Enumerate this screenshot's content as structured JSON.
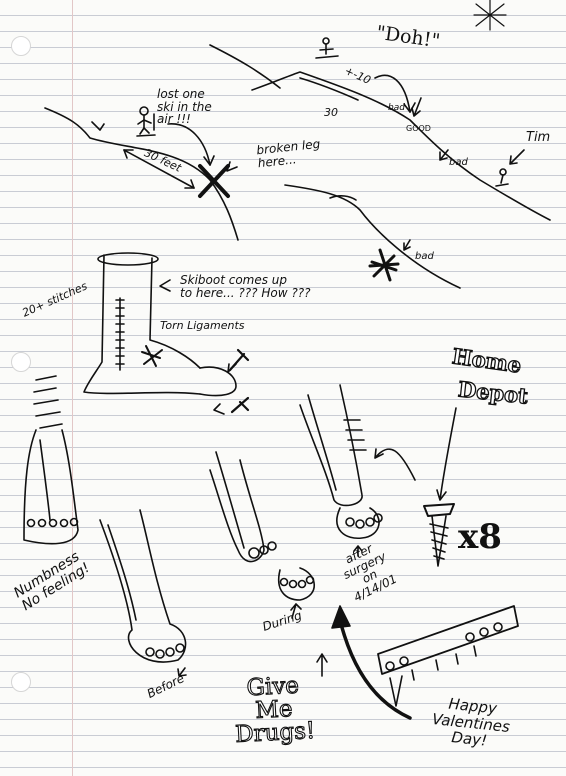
{
  "notes": {
    "lost_ski": "lost one\nski in the\nair !!!",
    "thirty_feet": "30 feet",
    "broken_leg": "broken leg\nhere...",
    "doh": "\"Doh!\"",
    "plus_minus_ten": "+-10",
    "thirty": "30",
    "bad1": "bad",
    "good": "GOOD",
    "bad2": "bad",
    "tim": "Tim",
    "bad3": "bad",
    "ski_boot": "Skiboot comes up\nto here... ??? How ???",
    "stitches": "20+ stitches",
    "torn": "Torn Ligaments",
    "home": "Home",
    "depot": "Depot",
    "times8": "x8",
    "numbness": "Numbness\nNo feeling!",
    "after_surgery": "after\nsurgery\non\n4/14/01",
    "during": "During",
    "before": "Before",
    "give_me": "Give\nMe\nDrugs!",
    "valentine": "Happy\nValentines\nDay!"
  }
}
